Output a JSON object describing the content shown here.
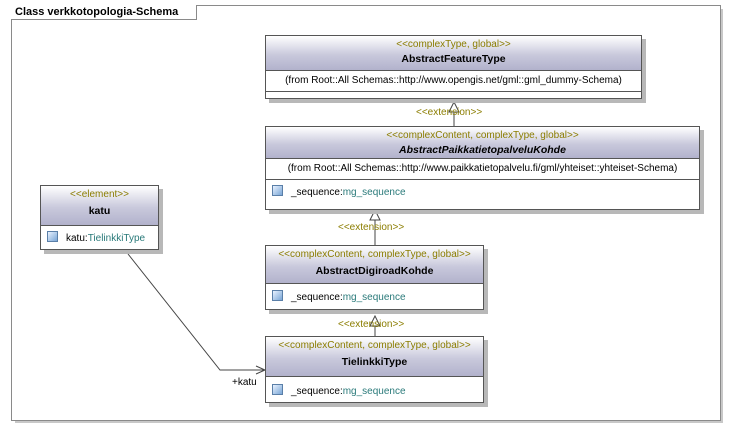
{
  "frame": {
    "title": "Class verkkotopologia-Schema"
  },
  "classes": {
    "feature": {
      "stereotype": "<<complexType, global>>",
      "name": "AbstractFeatureType",
      "from": "(from Root::All Schemas::http://www.opengis.net/gml::gml_dummy-Schema)"
    },
    "paikka": {
      "stereotype": "<<complexContent, complexType, global>>",
      "name": "AbstractPaikkatietopalveluKohde",
      "from": "(from Root::All Schemas::http://www.paikkatietopalvelu.fi/gml/yhteiset::yhteiset-Schema)",
      "attr_name": "_sequence",
      "attr_type": "mg_sequence"
    },
    "digiroad": {
      "stereotype": "<<complexContent, complexType, global>>",
      "name": "AbstractDigiroadKohde",
      "attr_name": "_sequence",
      "attr_type": "mg_sequence"
    },
    "tielinkki": {
      "stereotype": "<<complexContent, complexType, global>>",
      "name": "TielinkkiType",
      "attr_name": "_sequence",
      "attr_type": "mg_sequence"
    },
    "katu": {
      "stereotype": "<<element>>",
      "name": "katu",
      "attr_name": "katu",
      "attr_type": "TielinkkiType"
    }
  },
  "relations": {
    "extension_label": "<<extension>>",
    "association_role": "+katu"
  },
  "separator": ":"
}
